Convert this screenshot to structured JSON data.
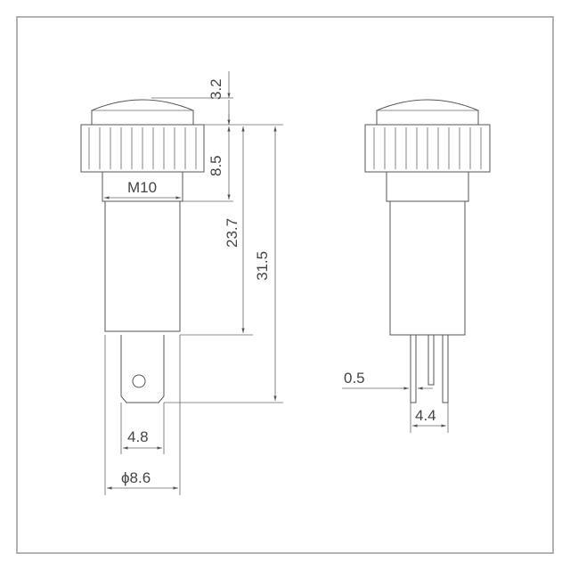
{
  "drawing": {
    "dimensions": {
      "cap_height": "3.2",
      "nut_height": "8.5",
      "body_length": "23.7",
      "total_length": "31.5",
      "thread": "M10",
      "terminal_width": "4.8",
      "body_diameter": "ϕ8.6",
      "pin_thickness": "0.5",
      "pin_spacing": "4.4"
    }
  }
}
